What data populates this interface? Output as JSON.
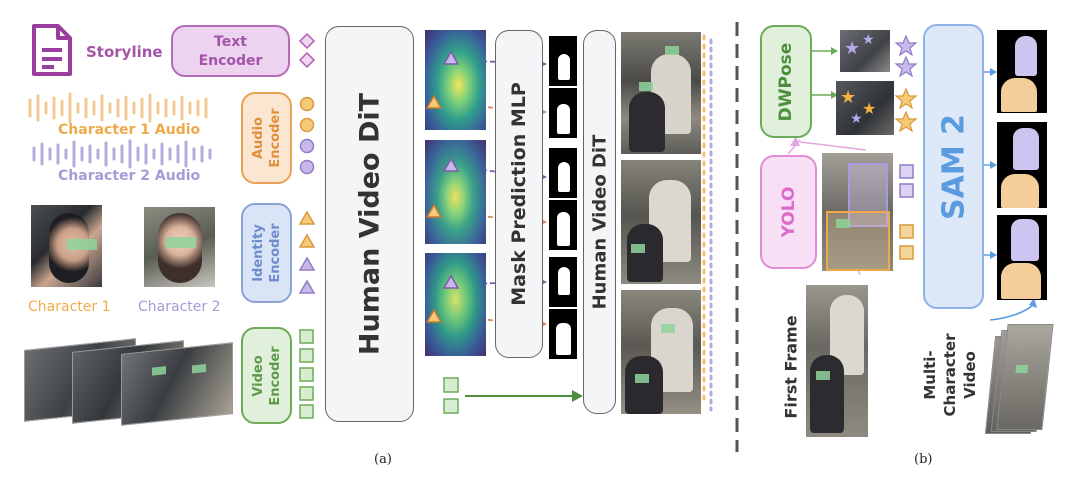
{
  "panel_a": {
    "storyline": "Storyline",
    "text_encoder": "Text Encoder",
    "audio_encoder": "Audio Encoder",
    "identity_encoder": "Identity Encoder",
    "video_encoder": "Video Encoder",
    "character1_audio": "Character 1 Audio",
    "character2_audio": "Character 2 Audio",
    "character1": "Character 1",
    "character2": "Character 2",
    "human_video_dit": "Human Video DiT",
    "mask_prediction_mlp": "Mask Prediction MLP",
    "human_video_dit_2": "Human Video DiT",
    "caption": "(a)"
  },
  "panel_b": {
    "dwpose": "DWPose",
    "yolo": "YOLO",
    "sam2": "SAM 2",
    "first_frame": "First Frame",
    "multi_character_video": "Multi-\nCharacter\nVideo",
    "caption": "(b)"
  },
  "colors": {
    "text_purple": "#a353a8",
    "audio_orange": "#e8a257",
    "identity_blue": "#8aa4d6",
    "video_green": "#6cab58",
    "char1_orange": "#f0a94a",
    "char2_purple": "#a99ad6",
    "sam_blue": "#5b9be0"
  },
  "icons": [
    "document-icon",
    "audio-waveform-icon",
    "diamond-token-icon",
    "circle-token-icon",
    "triangle-token-icon",
    "square-token-icon",
    "star-icon"
  ]
}
